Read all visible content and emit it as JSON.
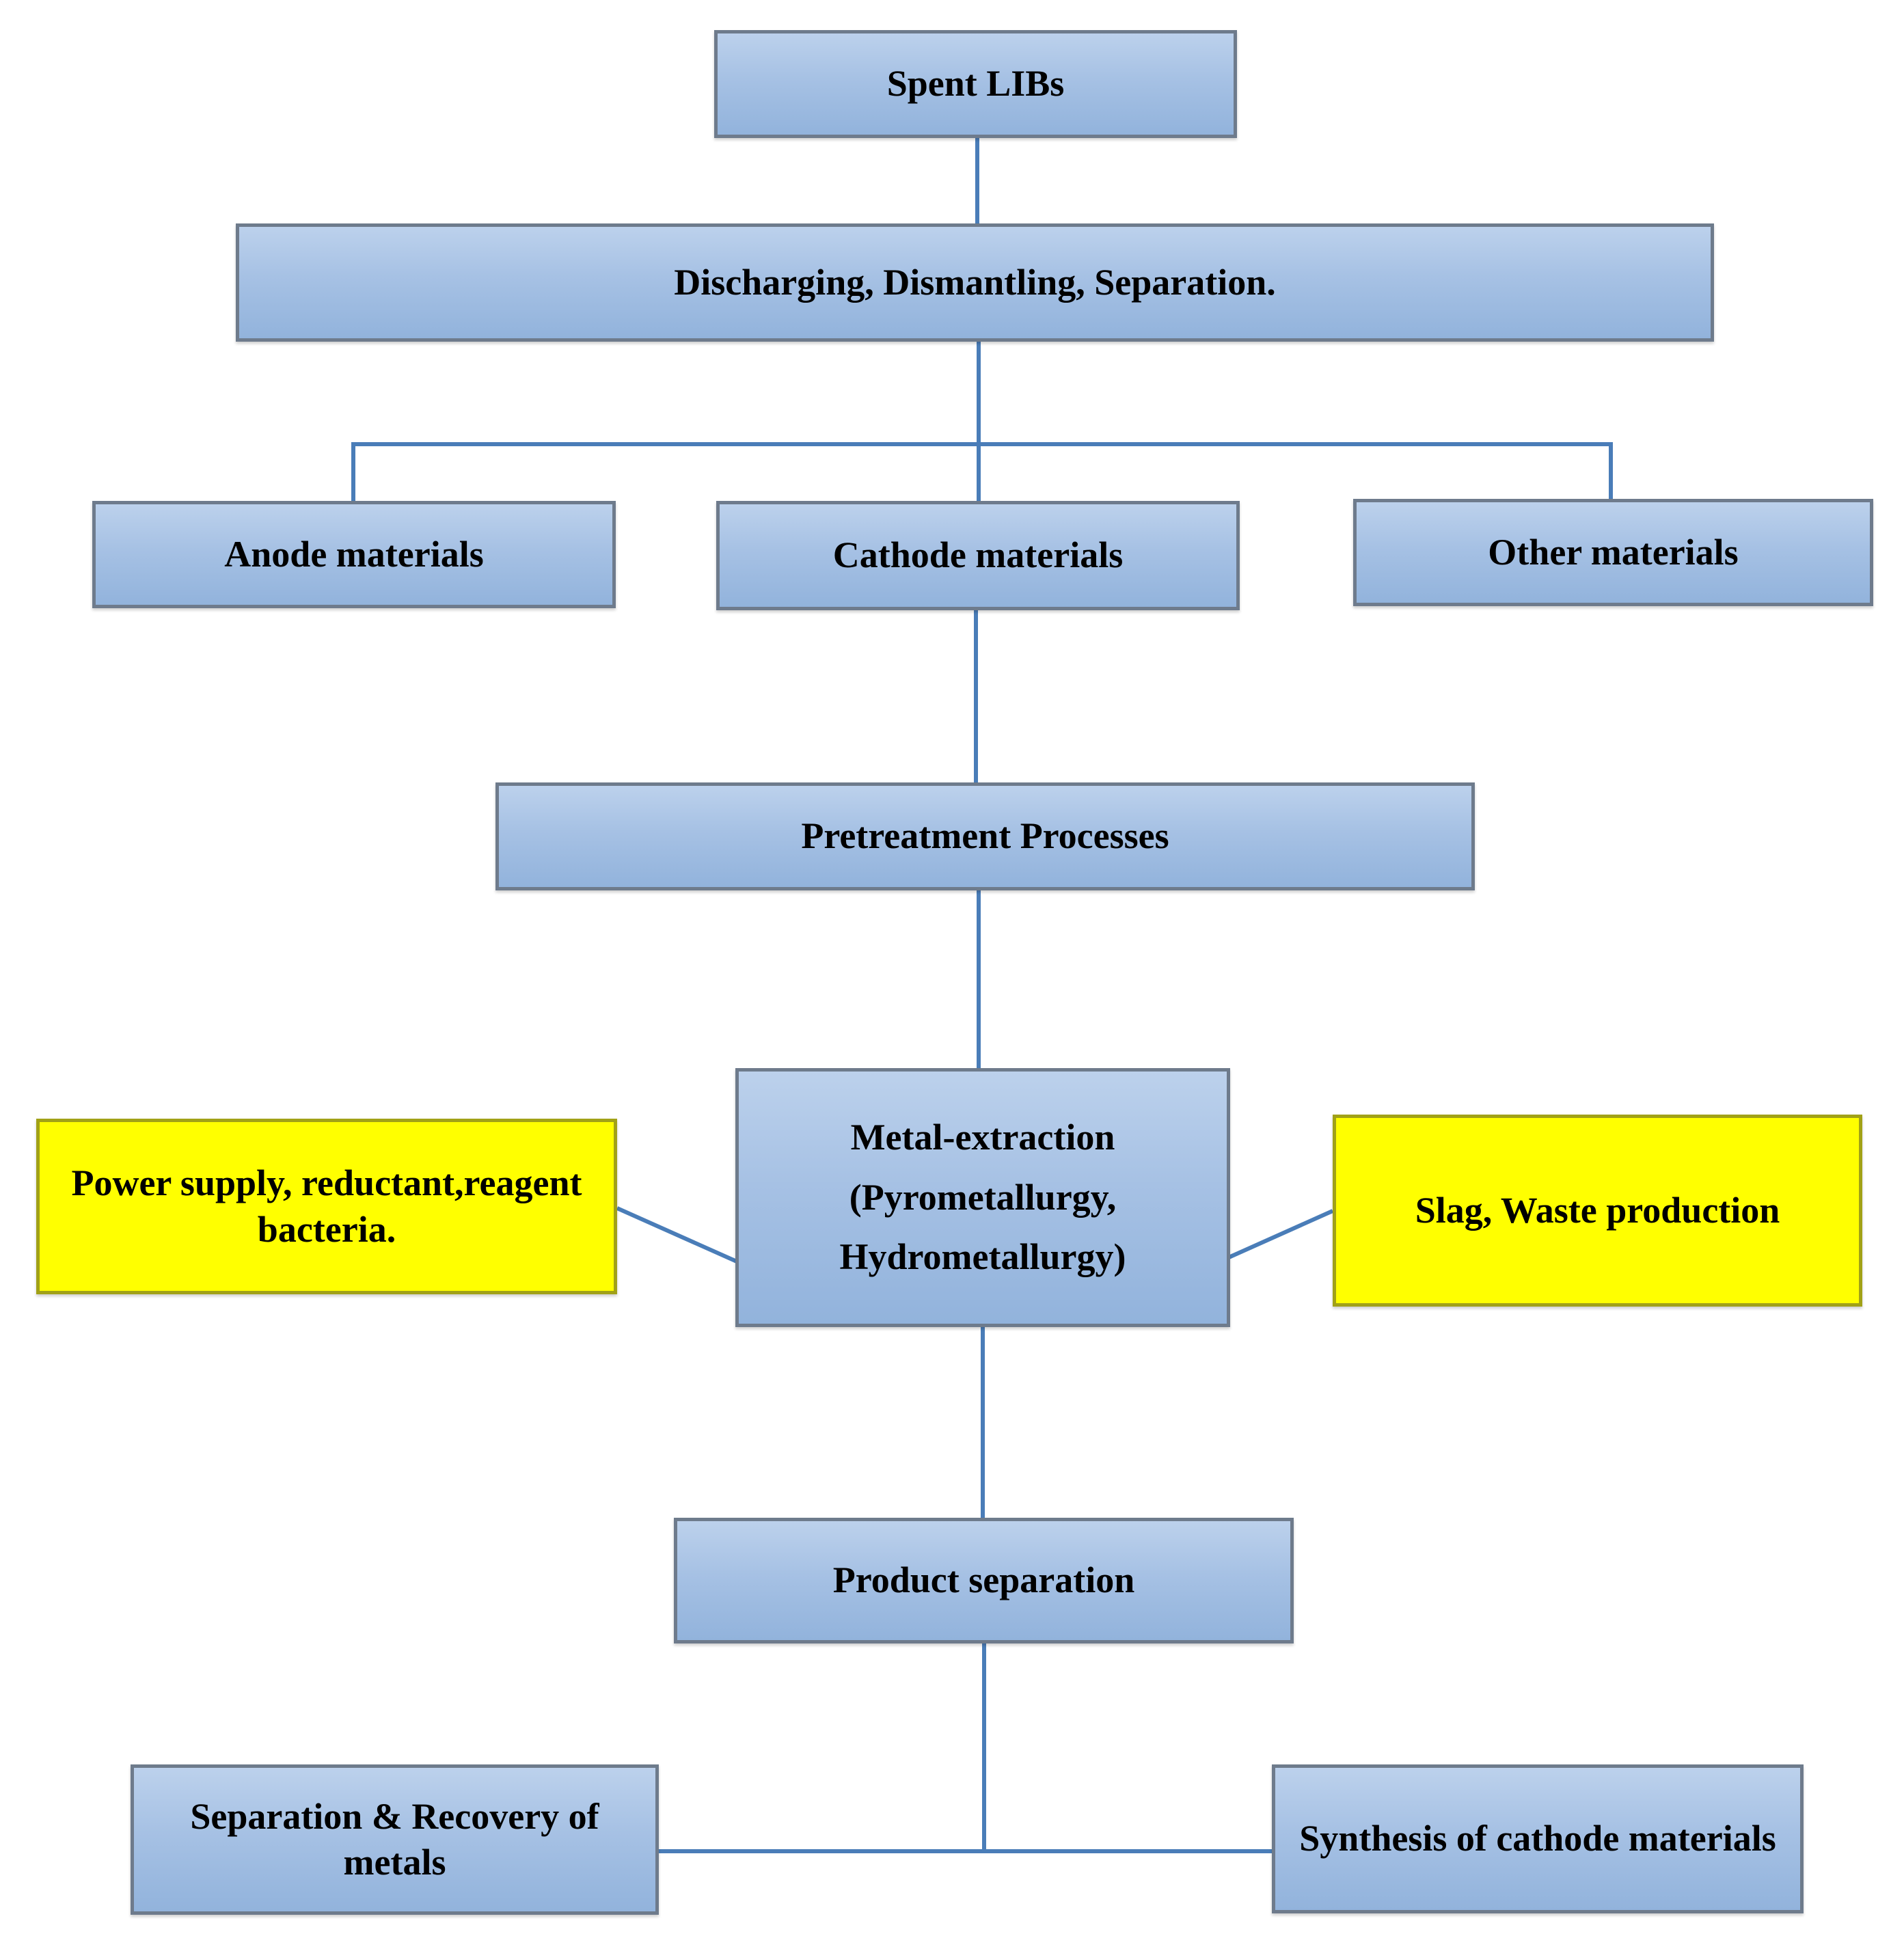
{
  "flowchart": {
    "nodes": {
      "spent_libs": {
        "label": "Spent LIBs"
      },
      "discharging": {
        "label": "Discharging, Dismantling, Separation."
      },
      "anode_materials": {
        "label": "Anode materials"
      },
      "cathode_materials": {
        "label": "Cathode materials"
      },
      "other_materials": {
        "label": "Other materials"
      },
      "pretreatment": {
        "label": "Pretreatment Processes"
      },
      "metal_extraction": {
        "line1": "Metal-extraction",
        "line2": "(Pyrometallurgy,",
        "line3": "Hydrometallurgy)"
      },
      "power_supply": {
        "line1": "Power supply, reductant,reagent",
        "line2": "bacteria."
      },
      "slag_waste": {
        "label": "Slag, Waste production"
      },
      "product_separation": {
        "label": "Product separation"
      },
      "separation_recovery": {
        "line1": "Separation & Recovery of",
        "line2": "metals"
      },
      "synthesis_cathode": {
        "label": "Synthesis of cathode materials"
      }
    },
    "colors": {
      "process_box_fill_top": "#bcd1ec",
      "process_box_fill_bottom": "#92b3dc",
      "process_box_border": "#6e7b8c",
      "highlight_box_fill": "#ffff00",
      "highlight_box_border": "#a1a117",
      "connector_line": "#4a7db8",
      "text": "#000000"
    }
  }
}
